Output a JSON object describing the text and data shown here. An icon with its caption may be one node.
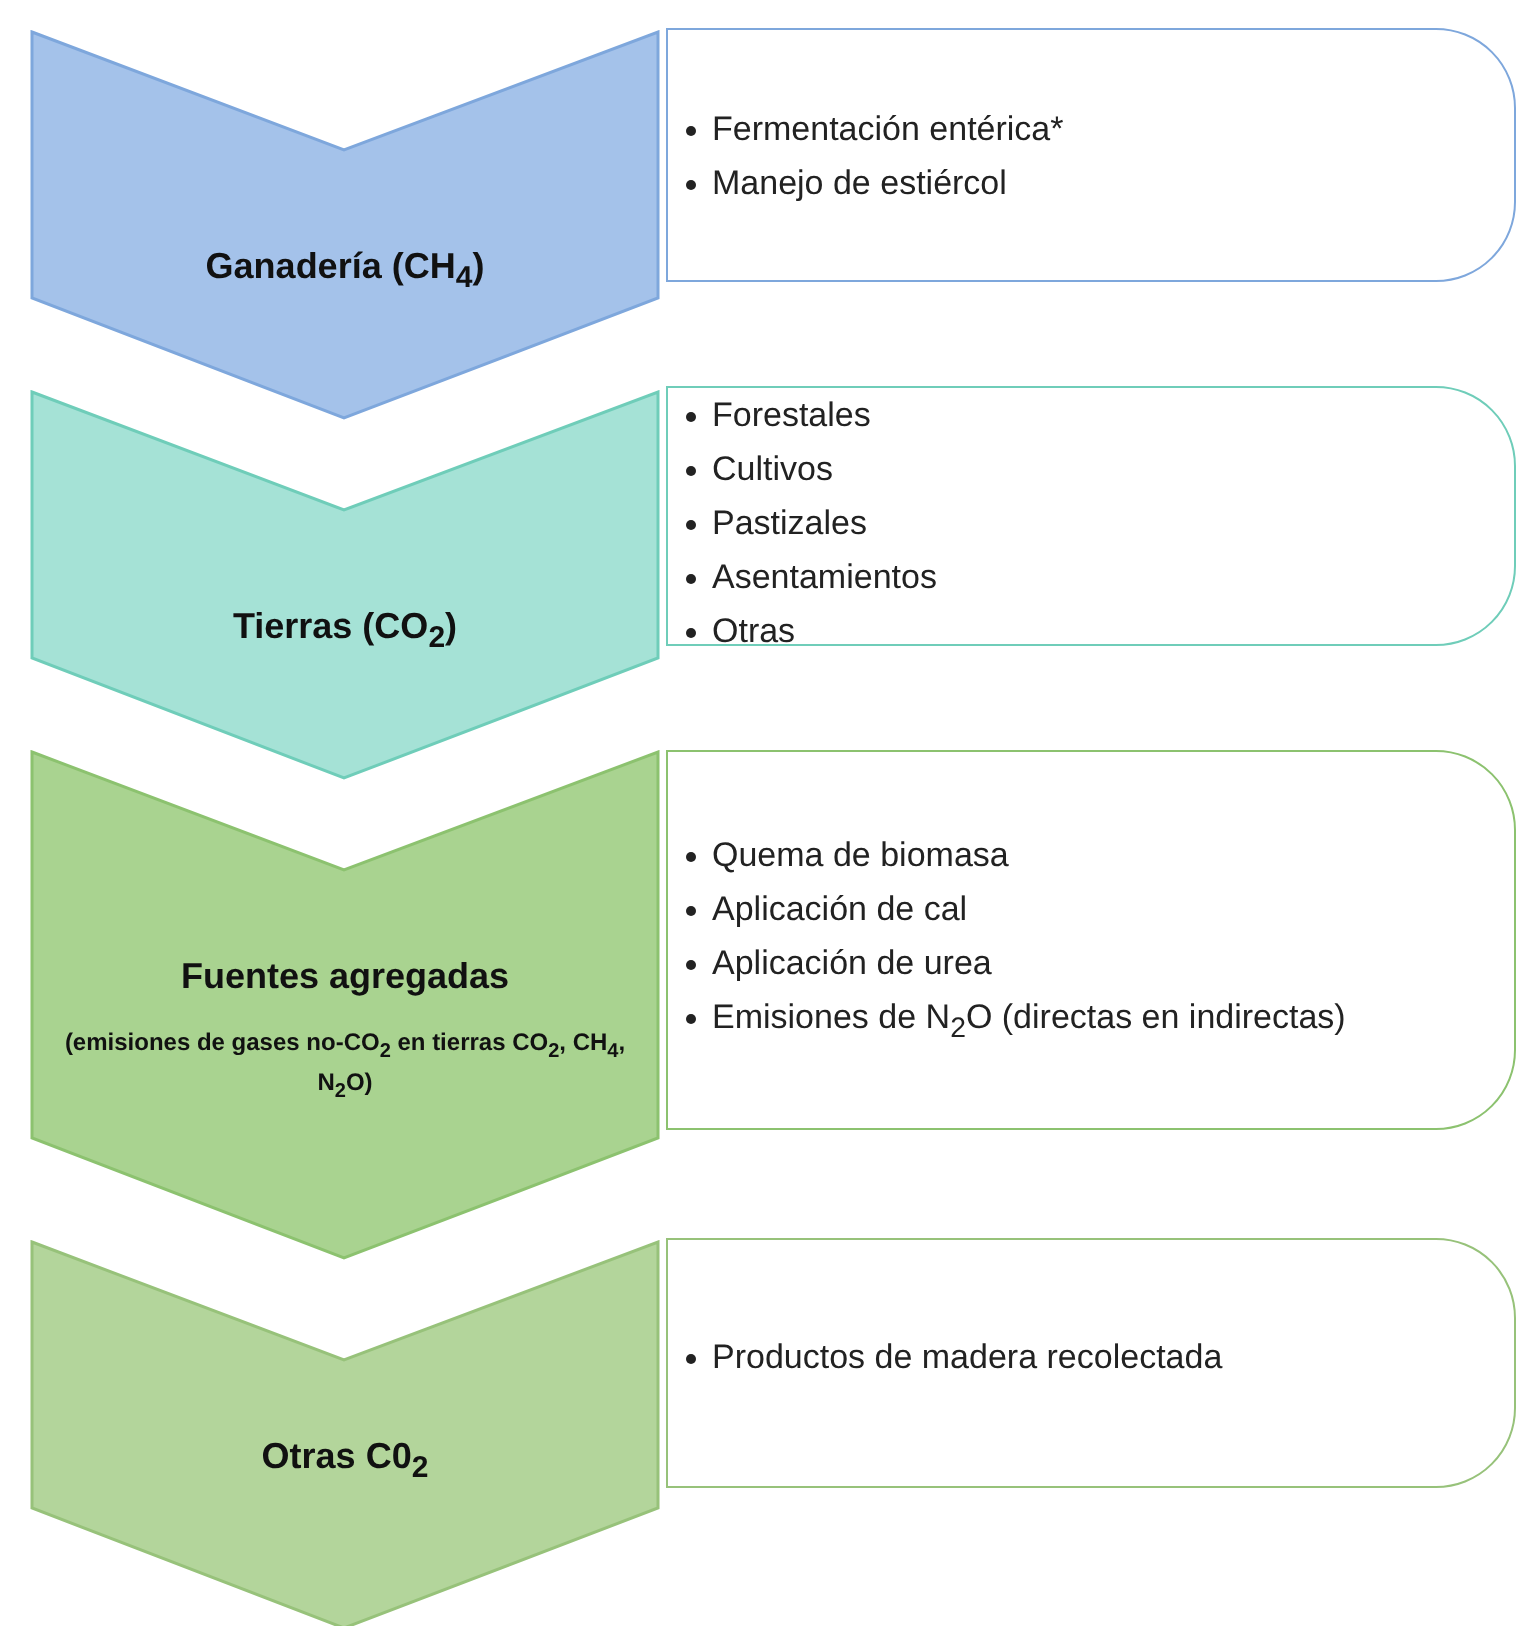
{
  "diagram": {
    "nodes": [
      {
        "text": [
          "Ganadería (CH$_{4}$)"
        ]
      },
      {
        "text": [
          "Fermentación entérica*",
          "Manejo de estiércol"
        ]
      },
      {
        "text": [
          "Tierras (CO$_{2}$)"
        ]
      },
      {
        "text": [
          "Forestales",
          "Cultivos",
          "Pastizales",
          "Asentamientos",
          "Otras"
        ]
      },
      {
        "text": [
          "Fuentes agregadas",
          "(emisiones de gases no-CO$_{2}$ en tierras CO$_{2}$, CH$_{4}$, N$_{2}$O)"
        ]
      },
      {
        "text": [
          "Quema de biomasa",
          "Aplicación de cal",
          "Aplicación de urea",
          "Emisiones de N$_{2}$O (directas en indirectas)"
        ]
      },
      {
        "text": [
          "Otras C0$_{2}$"
        ]
      },
      {
        "text": [
          "Productos de madera recolectada"
        ]
      }
    ],
    "edges": []
  }
}
